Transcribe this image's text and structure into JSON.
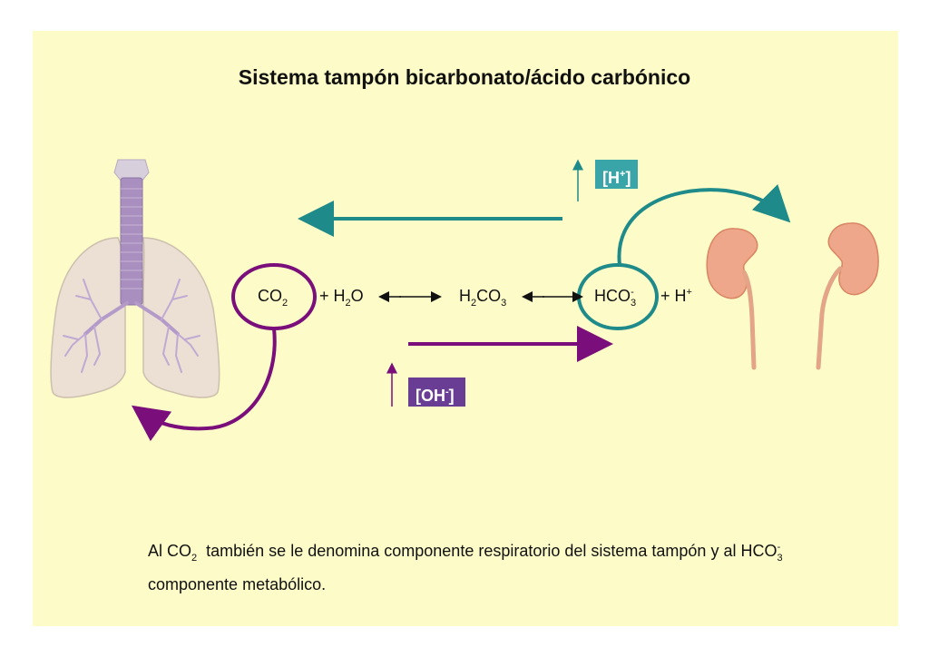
{
  "title": "Sistema tampón bicarbonato/ácido carbónico",
  "colors": {
    "panel": "#fdfcc8",
    "teal": "#1e8a8a",
    "purple": "#7a0e7a",
    "badge_h": "#3aa5a8",
    "badge_oh": "#6a3d94"
  },
  "equation": {
    "co2": {
      "base": "CO",
      "sub": "2"
    },
    "water": {
      "plus": "+ H",
      "sub": "2",
      "end": "O"
    },
    "carbonic": {
      "h": "H",
      "sub1": "2",
      "co": "CO",
      "sub2": "3"
    },
    "bicarbonate": {
      "base": "HCO",
      "sub": "3",
      "sup": "-"
    },
    "proton": {
      "plus": "+ H",
      "sup": "+"
    }
  },
  "badges": {
    "h": {
      "open": "[H",
      "sup": "+",
      "close": "]"
    },
    "oh": {
      "open": "[OH",
      "sup": "-",
      "close": "]"
    }
  },
  "icons": {
    "lungs": "lungs-icon",
    "kidney_left": "kidney-icon",
    "kidney_right": "kidney-icon"
  },
  "note": {
    "part1": "Al CO",
    "sub1": "2",
    "part2": "  también se le denomina componente respiratorio del sistema tampón y al HCO",
    "sub2": "3",
    "sup2": "-",
    "part3": " componente metabólico."
  }
}
